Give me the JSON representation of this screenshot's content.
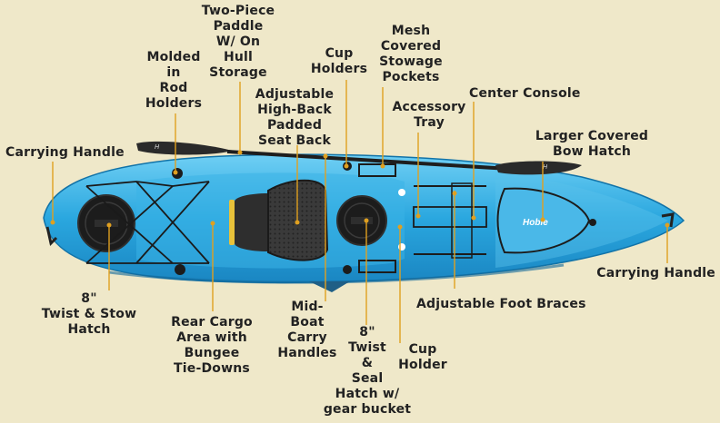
{
  "colors": {
    "background": "#efe8c9",
    "hull": "#2aa7df",
    "hull_dark": "#1a7fb8",
    "hull_light": "#5fc4ee",
    "leader": "#e0a020",
    "paddle": "#2a2a2a",
    "hatch": "#1c1c1c",
    "seat": "#333333",
    "seat_accent": "#e8c23a",
    "text": "#222222"
  },
  "labels": {
    "carrying_handle_stern": "Carrying Handle",
    "molded_rod_holders": "Molded\nin\nRod\nHolders",
    "two_piece_paddle": "Two-Piece\nPaddle\nW/ On\nHull\nStorage",
    "adjustable_seat_back": "Adjustable\nHigh-Back\nPadded\nSeat Back",
    "cup_holders_top": "Cup\nHolders",
    "mesh_stowage_pockets": "Mesh\nCovered\nStowage\nPockets",
    "accessory_tray": "Accessory\nTray",
    "center_console": "Center Console",
    "covered_bow_hatch": "Larger Covered\nBow Hatch",
    "carrying_handle_bow": "Carrying Handle",
    "twist_stow_hatch": "8\"\nTwist & Stow\nHatch",
    "rear_cargo_area": "Rear Cargo\nArea with\nBungee\nTie-Downs",
    "mid_boat_handles": "Mid-\nBoat\nCarry\nHandles",
    "twist_seal_hatch": "8\"\nTwist\n&\nSeal\nHatch w/\ngear bucket",
    "cup_holder_bottom": "Cup\nHolder",
    "adjustable_foot_braces": "Adjustable Foot Braces"
  }
}
